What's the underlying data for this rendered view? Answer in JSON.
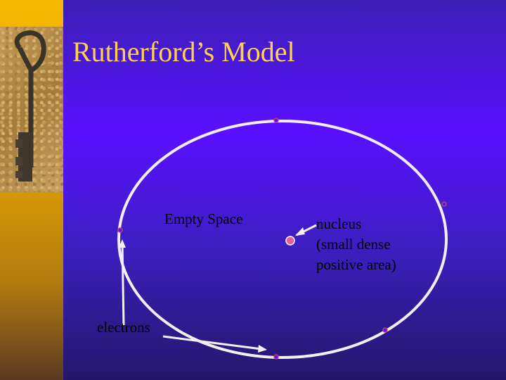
{
  "slide": {
    "title": "Rutherford’s Model",
    "labels": {
      "empty_space": "Empty Space",
      "nucleus_line1": "nucleus",
      "nucleus_line2": "(small dense",
      "nucleus_line3": "positive area)",
      "electrons": "electrons"
    },
    "colors": {
      "background": "#5a10ff",
      "title": "#ffd24a",
      "orbit": "#f4eef2",
      "nucleus": "#e0609a",
      "electron": "#c04060",
      "left_strip": "#f6b800"
    },
    "decorative_image": "old-iron-key-photo"
  }
}
